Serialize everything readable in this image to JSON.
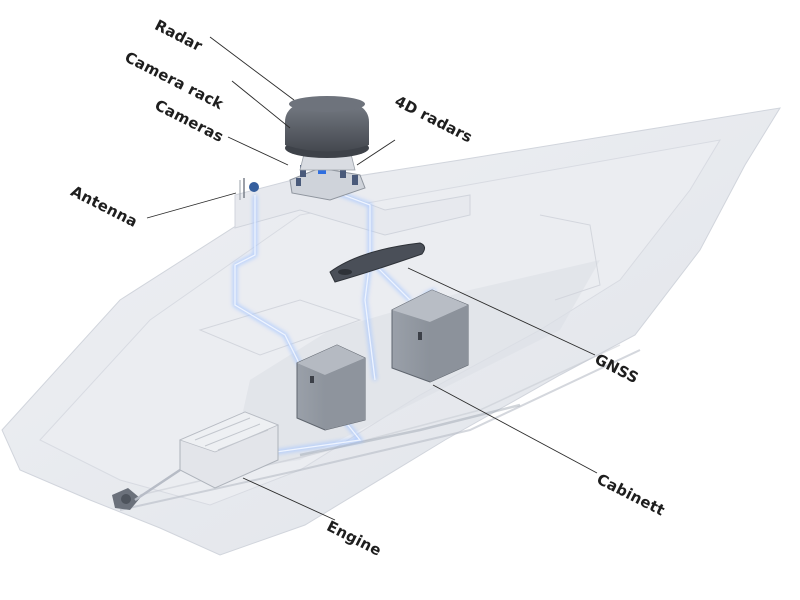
{
  "callouts": {
    "radar": "Radar",
    "camera_rack": "Camera rack",
    "cameras": "Cameras",
    "antenna": "Antenna",
    "radars_4d": "4D radars",
    "gnss": "GNSS",
    "cabinett": "Cabinett",
    "engine": "Engine"
  },
  "colors": {
    "hull": "#e4e6ec",
    "cable_glow": "#a9c8ff",
    "cabinet": "#8a9099",
    "radar_dome": "#5c6068",
    "accent_blue": "#2f6fe0"
  }
}
